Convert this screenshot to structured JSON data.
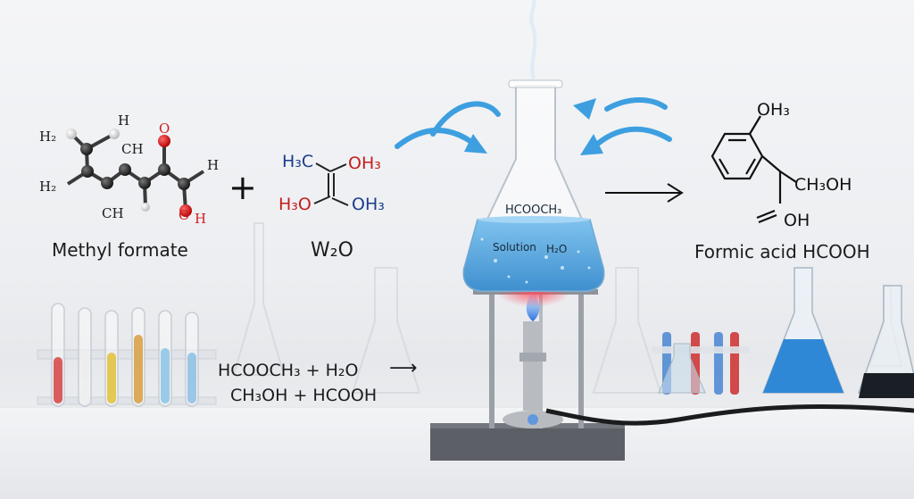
{
  "left_molecule": {
    "name": "Methyl formate",
    "atoms": [
      "H₂",
      "H",
      "CH",
      "O",
      "H",
      "H₂",
      "CH",
      "O",
      "H"
    ]
  },
  "plus_sign": "+",
  "middle_molecule": {
    "name": "W₂O",
    "atoms": [
      "H₃C",
      "OH₃",
      "H₃O",
      "OH₃"
    ]
  },
  "flask": {
    "top_label": "HCOOCH₃",
    "solution_label": "Solution",
    "water_label": "H₂O"
  },
  "right_molecule": {
    "name": "Formic acid HCOOH",
    "atoms": [
      "OH₃",
      "CH₃OH",
      "OH"
    ]
  },
  "equation": {
    "line1": "HCOOCH₃ + H₂O",
    "arrow": "⟶",
    "line2": "CH₃OH + HCOOH"
  },
  "colors": {
    "liquid_blue": "#5aa8dd",
    "arrow_blue": "#3d9fe0",
    "oxygen_red": "#d11e1e",
    "carbon": "#2a2a2a",
    "hydrogen": "#e6e6e6"
  }
}
